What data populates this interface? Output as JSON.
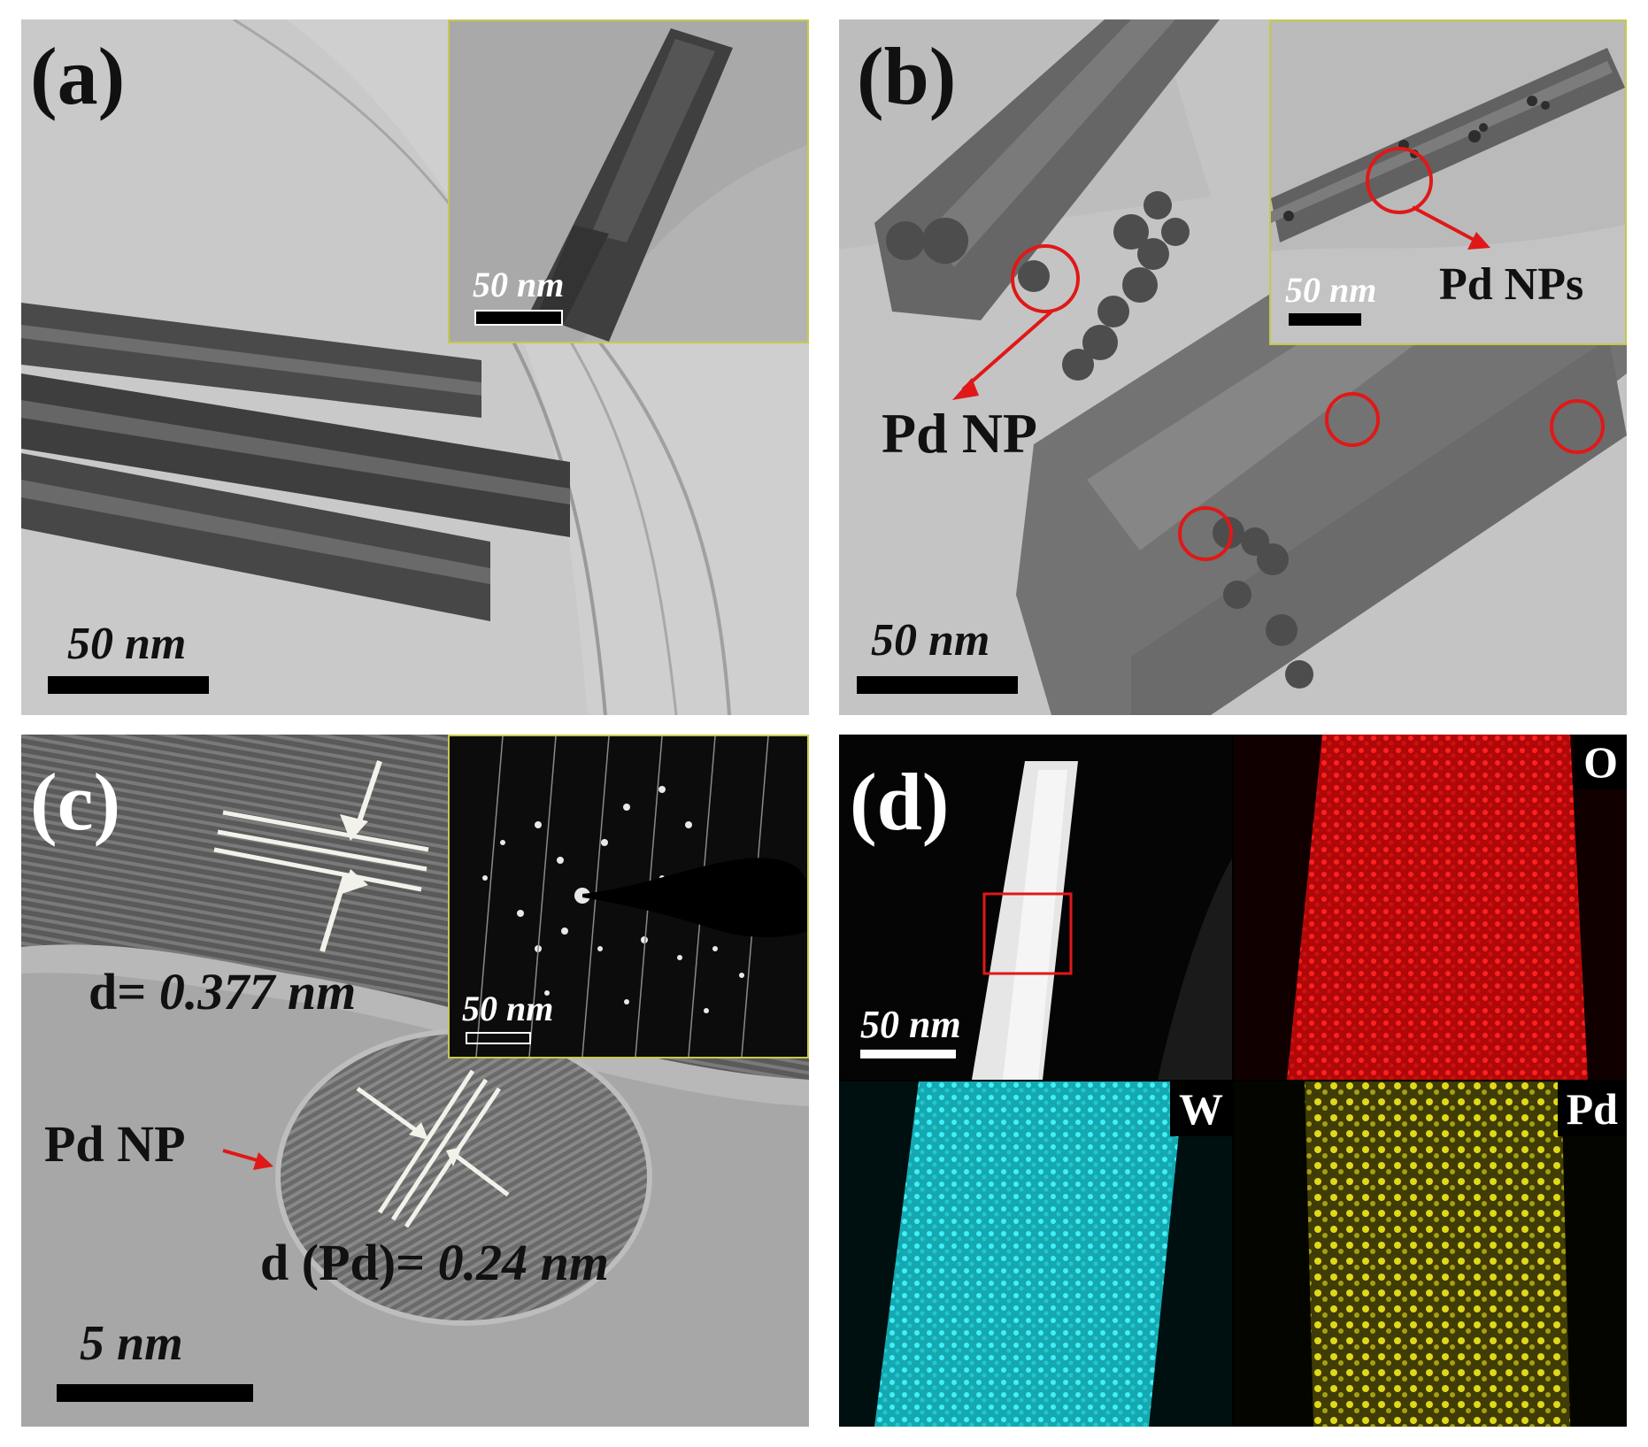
{
  "panels": {
    "a": {
      "label": "(a)",
      "scale_text": "50 nm",
      "inset": {
        "scale_text": "50 nm"
      }
    },
    "b": {
      "label": "(b)",
      "scale_text": "50 nm",
      "annotation_main": "Pd NP",
      "inset": {
        "scale_text": "50 nm",
        "annotation": "Pd NPs"
      }
    },
    "c": {
      "label": "(c)",
      "scale_text": "5 nm",
      "d_spacing_prefix": "d= ",
      "d_spacing_value": "0.377 nm",
      "pd_np_label": "Pd NP",
      "d_pd_prefix": "d (Pd)= ",
      "d_pd_value": "0.24 nm",
      "inset": {
        "scale_text": "50 nm"
      }
    },
    "d": {
      "label": "(d)",
      "scale_text": "50 nm",
      "maps": [
        {
          "element": "O",
          "color": "#e01010"
        },
        {
          "element": "W",
          "color": "#1fd0d8"
        },
        {
          "element": "Pd",
          "color": "#e0d81a"
        }
      ]
    }
  },
  "colors": {
    "inset_border": "#c8c84a",
    "circle": "#e01818",
    "map_O": "#e01010",
    "map_W": "#1fd0d8",
    "map_Pd": "#e0d81a"
  }
}
